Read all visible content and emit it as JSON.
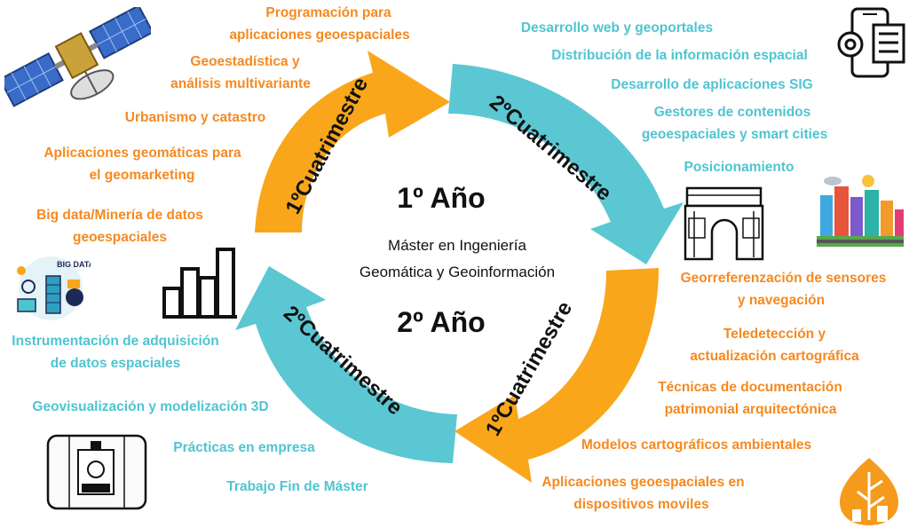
{
  "colors": {
    "orange": "#F9A61A",
    "teal": "#5BC7D2",
    "orange_text": "#F5891F",
    "teal_text": "#4FC4D1",
    "dark": "#111111"
  },
  "center": {
    "year1": "1º Año",
    "title_line1": "Máster en Ingeniería",
    "title_line2": "Geomática y Geoinformación",
    "year2": "2º Año"
  },
  "arrows": {
    "y1_first": "1ºCuatrimestre",
    "y1_second": "2ºCuatrimestre",
    "y2_first": "1ºCuatrimestre",
    "y2_second": "2ºCuatrimestre"
  },
  "left_items": [
    "Programación para",
    "aplicaciones geoespaciales",
    "Geoestadística y",
    "análisis multivariante",
    "Urbanismo y catastro",
    "Aplicaciones geomáticas para",
    "el geomarketing",
    "Big data/Minería de datos",
    "geoespaciales"
  ],
  "left_bottom_items": [
    "Instrumentación de adquisición",
    "de datos espaciales",
    "Geovisualización y modelización 3D",
    "Prácticas en empresa",
    "Trabajo Fin de Máster"
  ],
  "right_top_items": [
    "Desarrollo web y geoportales",
    "Distribución de la información espacial",
    "Desarrollo de aplicaciones SIG",
    "Gestores de contenidos",
    "geoespaciales y smart cities",
    "Posicionamiento"
  ],
  "right_bottom_items": [
    "Georreferenzación de sensores",
    "y navegación",
    "Teledetección y",
    "actualización cartográfica",
    "Técnicas de documentación",
    "patrimonial arquitectónica",
    "Modelos cartográficos ambientales",
    "Aplicaciones geoespaciales en",
    "dispositivos moviles"
  ],
  "icons": {
    "satellite": "satellite-icon",
    "bigdata": "big-data-icon",
    "bars": "bar-chart-icon",
    "instrument": "total-station-icon",
    "devices": "mobile-app-icon",
    "arch": "triumphal-arch-icon",
    "city": "smart-city-icon",
    "leaf": "eco-city-leaf-icon"
  },
  "icon_labels": {
    "bigdata": "BIG DATA"
  }
}
